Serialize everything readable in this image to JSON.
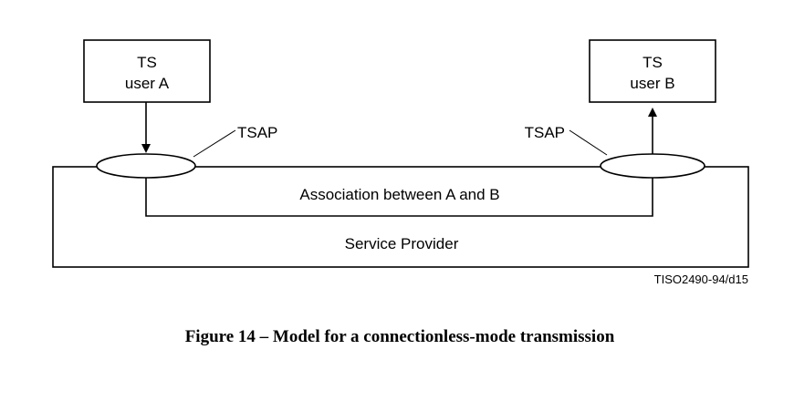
{
  "user_a": {
    "line1": "TS",
    "line2": "user A"
  },
  "user_b": {
    "line1": "TS",
    "line2": "user B"
  },
  "tsap_left_label": "TSAP",
  "tsap_right_label": "TSAP",
  "association_label": "Association between A and B",
  "service_provider_label": "Service Provider",
  "figure_ref": "TISO2490-94/d15",
  "caption": "Figure 14 – Model for a connectionless-mode transmission"
}
